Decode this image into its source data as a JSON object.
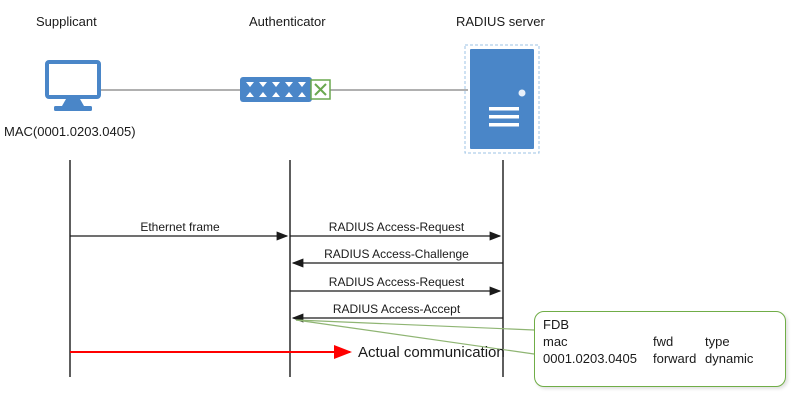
{
  "entities": {
    "supplicant": "Supplicant",
    "authenticator": "Authenticator",
    "radius_server": "RADIUS server"
  },
  "supplicant_mac": "MAC(0001.0203.0405)",
  "messages": [
    {
      "label": "Ethernet frame",
      "from": "supplicant",
      "to": "authenticator",
      "direction": "right"
    },
    {
      "label": "RADIUS Access-Request",
      "from": "authenticator",
      "to": "radius_server",
      "direction": "right"
    },
    {
      "label": "RADIUS Access-Challenge",
      "from": "radius_server",
      "to": "authenticator",
      "direction": "left"
    },
    {
      "label": "RADIUS Access-Request",
      "from": "authenticator",
      "to": "radius_server",
      "direction": "right"
    },
    {
      "label": "RADIUS Access-Accept",
      "from": "radius_server",
      "to": "authenticator",
      "direction": "left"
    }
  ],
  "actual_communication_label": "Actual communication",
  "fdb_callout": {
    "title": "FDB",
    "headers": [
      "mac",
      "fwd",
      "type"
    ],
    "rows": [
      [
        "0001.0203.0405",
        "forward",
        "dynamic"
      ]
    ]
  },
  "colors": {
    "icon_blue": "#4a86c8",
    "callout_green": "#70ad47",
    "arrow_red": "#ff0000",
    "device_link_gray": "#808080",
    "line_black": "#1a1a1a"
  }
}
